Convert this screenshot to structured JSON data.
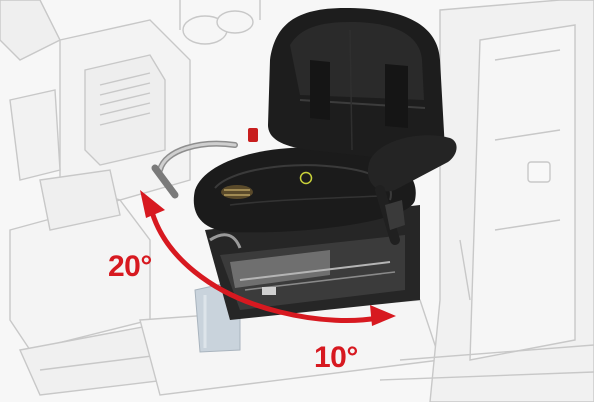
{
  "rotation": {
    "left_label": "20°",
    "right_label": "10°",
    "left_angle_deg": 20,
    "right_angle_deg": 10
  },
  "colors": {
    "arrow": "#d71920",
    "label": "#d71920",
    "seat": "#1b1b1b",
    "seat_highlight": "#3a3a3a",
    "cab_line": "#c8c8c8",
    "cab_fill": "#f2f2f2",
    "stitch_marker": "#c9d23a",
    "pillar": "#c9d3dc",
    "accent_red": "#c81e1e"
  },
  "icons": {
    "rotation_arrow": "curved-double-arrow-icon",
    "seat": "operator-seat-icon"
  }
}
